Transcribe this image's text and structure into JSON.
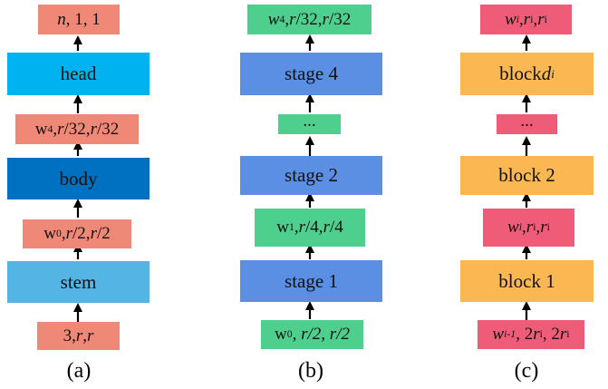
{
  "colors": {
    "salmon": "#f08878",
    "cyan": "#00b2f0",
    "dark_blue": "#0070c0",
    "light_blue": "#54b4e4",
    "stage_blue": "#5b8fe4",
    "green": "#4fcf8e",
    "orange": "#fbb852",
    "pink": "#ee5c78"
  },
  "col_a": {
    "out_n": "n",
    "out_rest": ", 1, 1",
    "head": "head",
    "w4_base": "w",
    "w4_sub": "4",
    "w4_mid": ", ",
    "w4_r1": "r",
    "w4_d1": "/32, ",
    "w4_r2": "r",
    "w4_d2": "/32",
    "body": "body",
    "w0_base": "w",
    "w0_sub": "0",
    "w0_mid": ", ",
    "w0_r1": "r",
    "w0_d1": "/2, ",
    "w0_r2": "r",
    "w0_d2": "/2",
    "stem": "stem",
    "in_3": "3, ",
    "in_r1": "r",
    "in_comma": ", ",
    "in_r2": "r",
    "caption": "(a)"
  },
  "col_b": {
    "top_w": "w",
    "top_sub": "4",
    "top_rest1": ", ",
    "top_r1": "r",
    "top_d1": "/32, ",
    "top_r2": "r",
    "top_d2": "/32",
    "stage4": "stage 4",
    "dots": "...",
    "stage2": "stage 2",
    "w1_base": "w",
    "w1_sub": "1",
    "w1_mid": ", ",
    "w1_r1": "r",
    "w1_d1": "/4, ",
    "w1_r2": "r",
    "w1_d2": "/4",
    "stage1": "stage 1",
    "bot_w": "w",
    "bot_sub": "0",
    "bot_rest": ", r/2, r/2",
    "caption": "(b)"
  },
  "col_c": {
    "top_w": "w",
    "top_wsub": "i",
    "top_c1": ", ",
    "top_r1": "r",
    "top_r1sub": "i",
    "top_c2": ", ",
    "top_r2": "r",
    "top_r2sub": "i",
    "blockd_text": "block ",
    "blockd_d": "d",
    "blockd_sub": "i",
    "dots": "...",
    "block2": "block 2",
    "mid_w": "w",
    "mid_wsub": "i",
    "mid_c1": ", ",
    "mid_r1": "r",
    "mid_r1sub": "i",
    "mid_c2": ", ",
    "mid_r2": "r",
    "mid_r2sub": "i",
    "block1": "block 1",
    "bot_w": "w",
    "bot_wsub": "i-1",
    "bot_c1": ", 2",
    "bot_r1": "r",
    "bot_r1sub": "i",
    "bot_c2": ", 2",
    "bot_r2": "r",
    "bot_r2sub": "i",
    "caption": "(c)"
  }
}
